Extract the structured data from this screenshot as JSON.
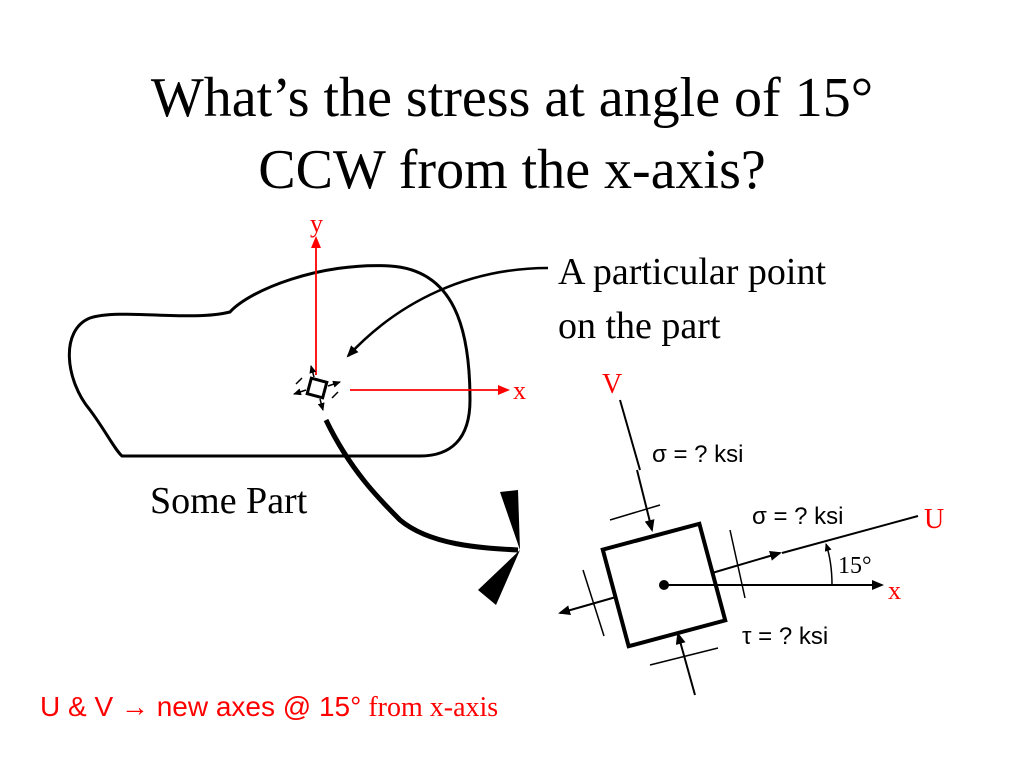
{
  "title": {
    "line1": "What’s the stress at angle of 15°",
    "line2": "CCW from the x-axis?"
  },
  "colors": {
    "accent": "#ff0000",
    "ink": "#000000",
    "background": "#ffffff"
  },
  "labels": {
    "y_axis": "y",
    "x_axis": "x",
    "point_annotation_line1": "A particular point",
    "point_annotation_line2": "on the part",
    "part_name": "Some Part",
    "v_axis": "V",
    "u_axis": "U",
    "element_x_axis": "x",
    "angle": "15°",
    "sigma_v": "σ = ? ksi",
    "sigma_u": "σ = ? ksi",
    "tau": "τ = ? ksi"
  },
  "footer": {
    "sans_part": "U & V → new axes @ 15°",
    "serif_part": " from x-axis"
  }
}
